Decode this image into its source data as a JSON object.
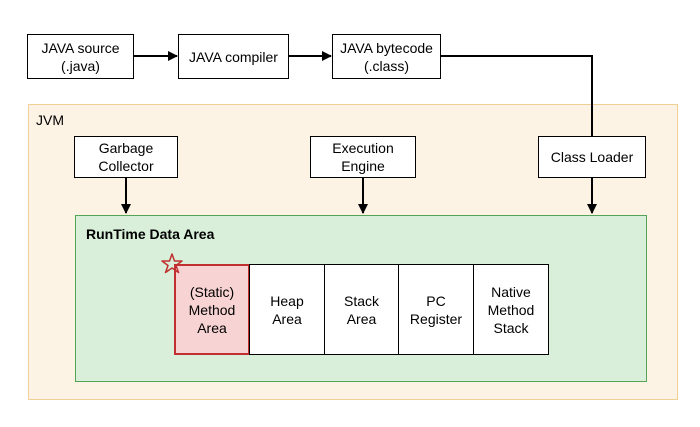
{
  "top_flow": {
    "java_source": "JAVA source\n(.java)",
    "java_compiler": "JAVA compiler",
    "java_bytecode": "JAVA bytecode\n(.class)"
  },
  "jvm": {
    "label": "JVM",
    "garbage_collector": "Garbage\nCollector",
    "execution_engine": "Execution\nEngine",
    "class_loader": "Class Loader"
  },
  "runtime": {
    "label": "RunTime Data Area",
    "areas": [
      "(Static)\nMethod\nArea",
      "Heap\nArea",
      "Stack\nArea",
      "PC\nRegister",
      "Native\nMethod\nStack"
    ]
  },
  "colors": {
    "jvm_bg": "#fdf3e4",
    "jvm_border": "#f2cf94",
    "runtime_bg": "#d9efd9",
    "runtime_border": "#55a455",
    "highlight_fill": "#f8d3d3",
    "highlight_border": "#c03030"
  }
}
